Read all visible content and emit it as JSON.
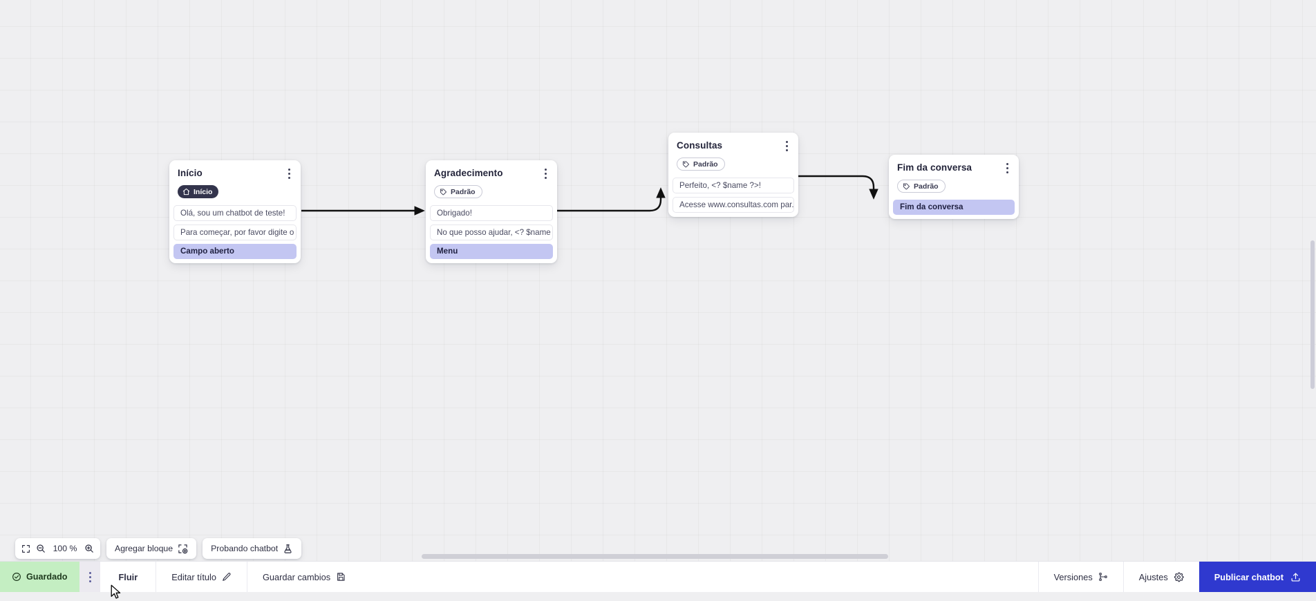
{
  "canvas": {
    "grid": true,
    "background_color": "#efeff1"
  },
  "nodes": [
    {
      "id": "inicio",
      "title": "Início",
      "badge": {
        "label": "Início",
        "icon": "home-icon",
        "style": "start"
      },
      "messages": [
        {
          "text": "Olá, sou um chatbot de teste!",
          "accent": false
        },
        {
          "text": "Para começar, por favor digite o ...",
          "accent": false
        },
        {
          "text": "Campo aberto",
          "accent": true
        }
      ]
    },
    {
      "id": "agradecimento",
      "title": "Agradecimento",
      "badge": {
        "label": "Padrão",
        "icon": "tag-icon",
        "style": "default"
      },
      "messages": [
        {
          "text": "Obrigado!",
          "accent": false
        },
        {
          "text": "No que posso ajudar, <? $name ...",
          "accent": false
        },
        {
          "text": "Menu",
          "accent": true
        }
      ]
    },
    {
      "id": "consultas",
      "title": "Consultas",
      "badge": {
        "label": "Padrão",
        "icon": "tag-icon",
        "style": "default"
      },
      "messages": [
        {
          "text": "Perfeito, <? $name ?>!",
          "accent": false
        },
        {
          "text": "Acesse www.consultas.com par...",
          "accent": false
        }
      ]
    },
    {
      "id": "fim",
      "title": "Fim da conversa",
      "badge": {
        "label": "Padrão",
        "icon": "tag-icon",
        "style": "default"
      },
      "messages": [
        {
          "text": "Fim da conversa",
          "accent": true
        }
      ]
    }
  ],
  "toolbar": {
    "fit_icon": "fit-screen-icon",
    "zoom_out_icon": "zoom-out-icon",
    "zoom_level": "100 %",
    "zoom_in_icon": "zoom-in-icon",
    "add_block_label": "Agregar bloque",
    "add_block_icon": "add-block-icon",
    "test_chatbot_label": "Probando chatbot",
    "test_chatbot_icon": "flask-icon"
  },
  "statusbar": {
    "saved_label": "Guardado",
    "saved_icon": "check-circle-icon",
    "saved_color": "#c4eec2",
    "kebab_icon": "kebab-menu-icon",
    "flow_label": "Fluir",
    "edit_title_label": "Editar título",
    "edit_title_icon": "pencil-icon",
    "save_changes_label": "Guardar cambios",
    "save_changes_icon": "save-disk-icon",
    "versions_label": "Versiones",
    "versions_icon": "branch-icon",
    "settings_label": "Ajustes",
    "settings_icon": "gear-icon",
    "publish_label": "Publicar chatbot",
    "publish_icon": "upload-icon",
    "publish_color": "#2f39cf"
  }
}
